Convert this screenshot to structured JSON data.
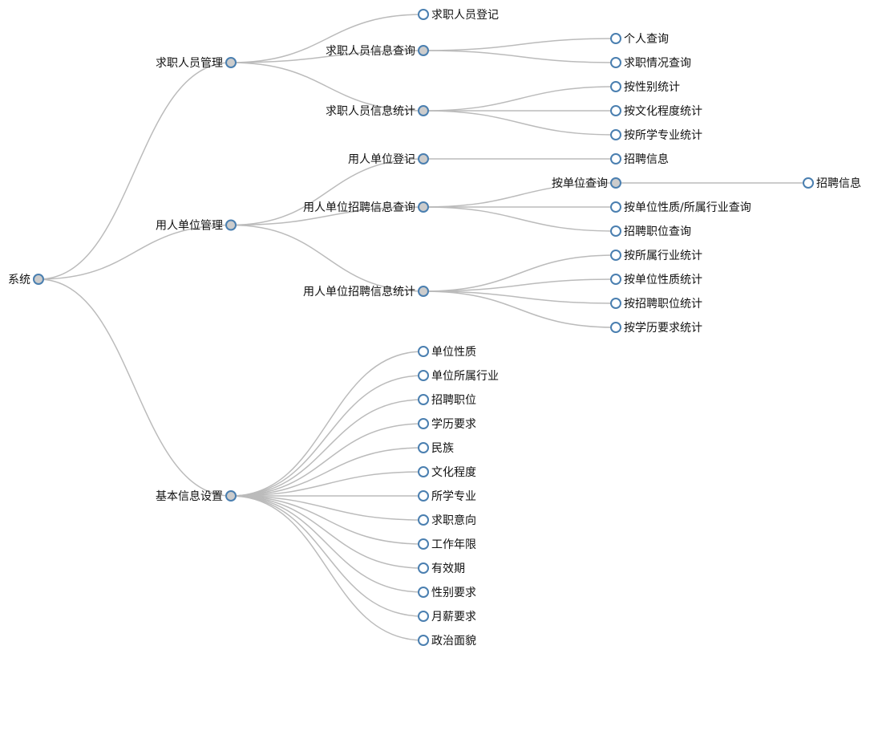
{
  "colors": {
    "node_stroke": "#4a7fb0",
    "collapsed_fill": "#cccccc",
    "leaf_fill": "#ffffff",
    "link": "#bbbbbb",
    "text": "#111111"
  },
  "tree": {
    "name": "系统",
    "children": [
      {
        "name": "求职人员管理",
        "children": [
          {
            "name": "求职人员登记"
          },
          {
            "name": "求职人员信息查询",
            "children": [
              {
                "name": "个人查询"
              },
              {
                "name": "求职情况查询"
              }
            ]
          },
          {
            "name": "求职人员信息统计",
            "children": [
              {
                "name": "按性别统计"
              },
              {
                "name": "按文化程度统计"
              },
              {
                "name": "按所学专业统计"
              }
            ]
          }
        ]
      },
      {
        "name": "用人单位管理",
        "children": [
          {
            "name": "用人单位登记",
            "children": [
              {
                "name": "招聘信息"
              }
            ]
          },
          {
            "name": "用人单位招聘信息查询",
            "children": [
              {
                "name": "按单位查询",
                "children": [
                  {
                    "name": "招聘信息"
                  }
                ]
              },
              {
                "name": "按单位性质/所属行业查询"
              },
              {
                "name": "招聘职位查询"
              }
            ]
          },
          {
            "name": "用人单位招聘信息统计",
            "children": [
              {
                "name": "按所属行业统计"
              },
              {
                "name": "按单位性质统计"
              },
              {
                "name": "按招聘职位统计"
              },
              {
                "name": "按学历要求统计"
              }
            ]
          }
        ]
      },
      {
        "name": "基本信息设置",
        "children": [
          {
            "name": "单位性质"
          },
          {
            "name": "单位所属行业"
          },
          {
            "name": "招聘职位"
          },
          {
            "name": "学历要求"
          },
          {
            "name": "民族"
          },
          {
            "name": "文化程度"
          },
          {
            "name": "所学专业"
          },
          {
            "name": "求职意向"
          },
          {
            "name": "工作年限"
          },
          {
            "name": "有效期"
          },
          {
            "name": "性别要求"
          },
          {
            "name": "月薪要求"
          },
          {
            "name": "政治面貌"
          }
        ]
      }
    ]
  }
}
